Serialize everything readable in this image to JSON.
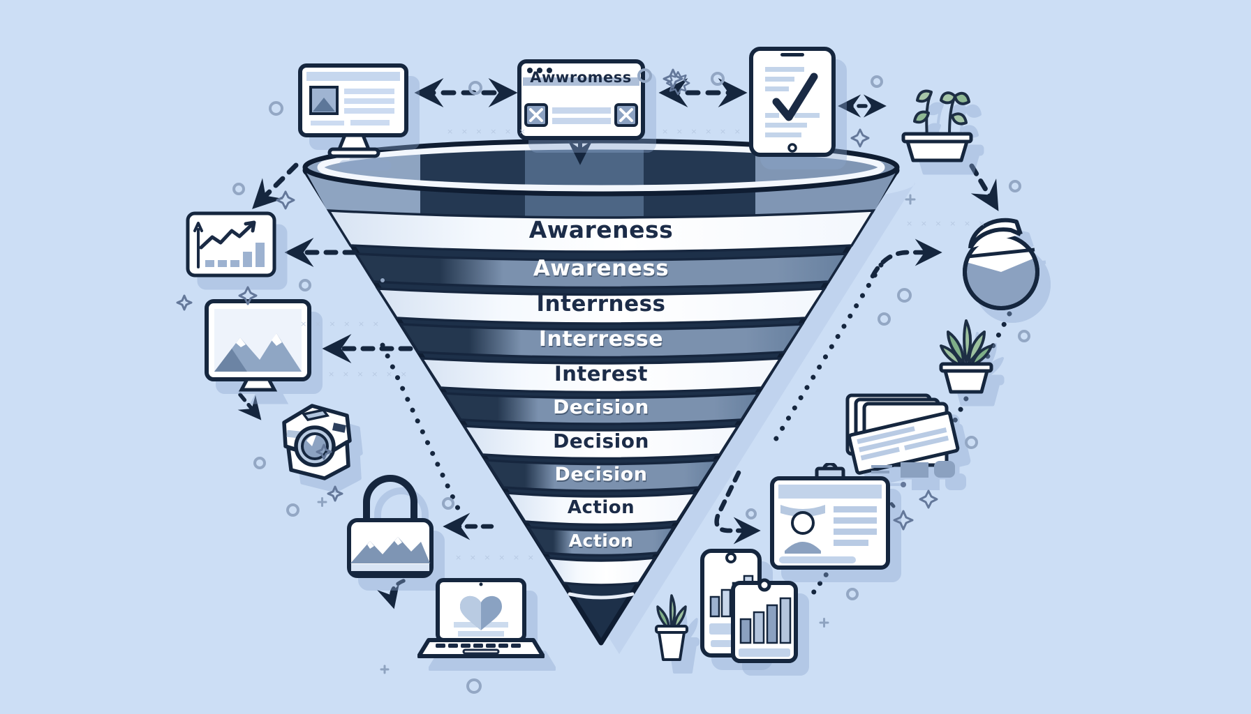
{
  "scene": {
    "background": "#ccdef5",
    "outline_dark": "#15263e",
    "band_gray": "#7b91ae",
    "band_white": "#ffffff",
    "shadow_blue": "#b7cbe8",
    "leaf_green": "#9fc2a2"
  },
  "funnel": {
    "stages": [
      {
        "label": "Awareness",
        "variant": "white"
      },
      {
        "label": "Awareness",
        "variant": "gray"
      },
      {
        "label": "Interrness",
        "variant": "white"
      },
      {
        "label": "Interresse",
        "variant": "gray"
      },
      {
        "label": "Interest",
        "variant": "white"
      },
      {
        "label": "Decision",
        "variant": "gray"
      },
      {
        "label": "Decision",
        "variant": "white"
      },
      {
        "label": "Decision",
        "variant": "gray"
      },
      {
        "label": "Action",
        "variant": "white"
      },
      {
        "label": "Action",
        "variant": "gray"
      }
    ]
  },
  "icons": {
    "browser_title": "Awwromess",
    "names": [
      "monitor-icon",
      "browser-window-icon",
      "tablet-checklist-icon",
      "planter-plant-icon",
      "chart-card-icon",
      "image-card-icon",
      "product-box-icon",
      "padlock-image-icon",
      "laptop-heart-icon",
      "pie-chart-icon",
      "succulent-plant-icon",
      "docs-stack-icon",
      "id-card-icon",
      "phone-chart-icon",
      "clipboard-chart-icon",
      "small-plant-icon"
    ]
  },
  "decor": {
    "ghost_text": "× �193 × × ×",
    "ghost_row": "×  ×  ×  ×  ×  ×"
  }
}
